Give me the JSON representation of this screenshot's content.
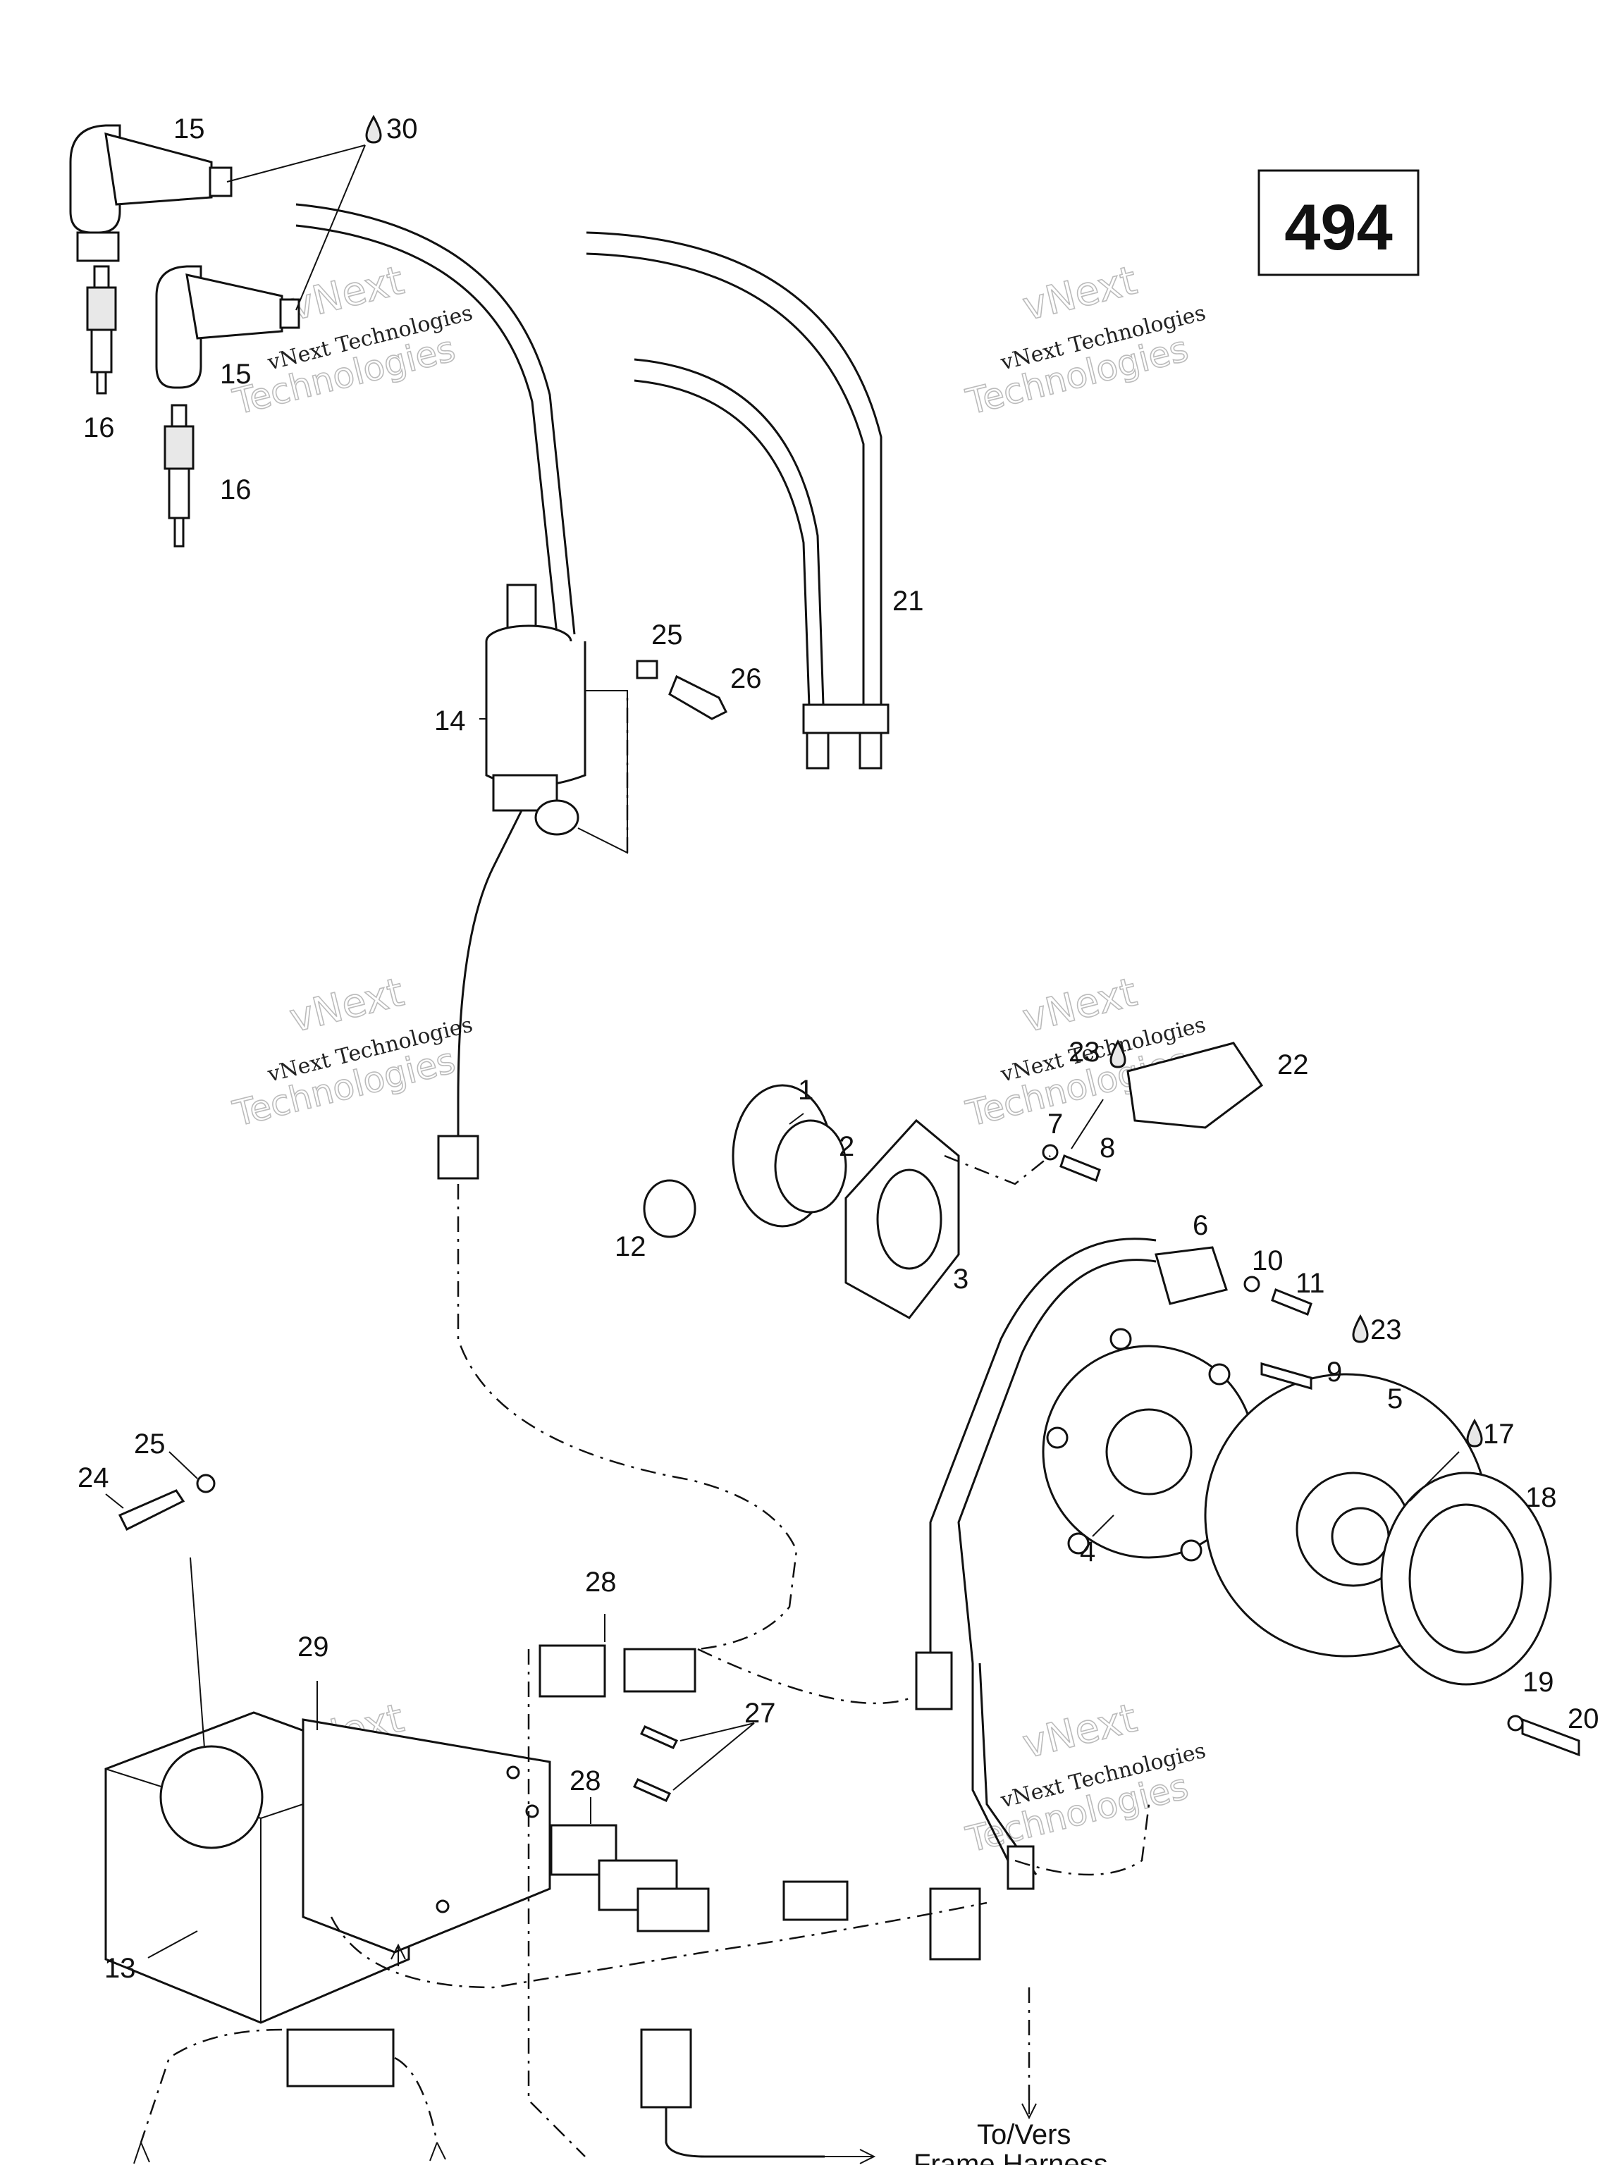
{
  "plate_number": "494",
  "watermark": {
    "line1": "vNext Technologies",
    "line2": "vNext",
    "line3": "Technologies"
  },
  "callouts": [
    {
      "text": "1"
    },
    {
      "text": "2"
    },
    {
      "text": "3"
    },
    {
      "text": "4"
    },
    {
      "text": "5"
    },
    {
      "text": "6"
    },
    {
      "text": "7"
    },
    {
      "text": "8"
    },
    {
      "text": "9"
    },
    {
      "text": "10"
    },
    {
      "text": "11"
    },
    {
      "text": "12"
    },
    {
      "text": "13"
    },
    {
      "text": "14"
    },
    {
      "text": "15"
    },
    {
      "text": "15"
    },
    {
      "text": "16"
    },
    {
      "text": "16"
    },
    {
      "text": "17"
    },
    {
      "text": "18"
    },
    {
      "text": "19"
    },
    {
      "text": "20"
    },
    {
      "text": "21"
    },
    {
      "text": "22"
    },
    {
      "text": "23"
    },
    {
      "text": "23"
    },
    {
      "text": "24"
    },
    {
      "text": "25"
    },
    {
      "text": "25"
    },
    {
      "text": "26"
    },
    {
      "text": "27"
    },
    {
      "text": "28"
    },
    {
      "text": "28"
    },
    {
      "text": "29"
    },
    {
      "text": "30"
    }
  ],
  "notes": {
    "to_vers": "To/Vers",
    "frame_harness": "Frame Harness"
  }
}
